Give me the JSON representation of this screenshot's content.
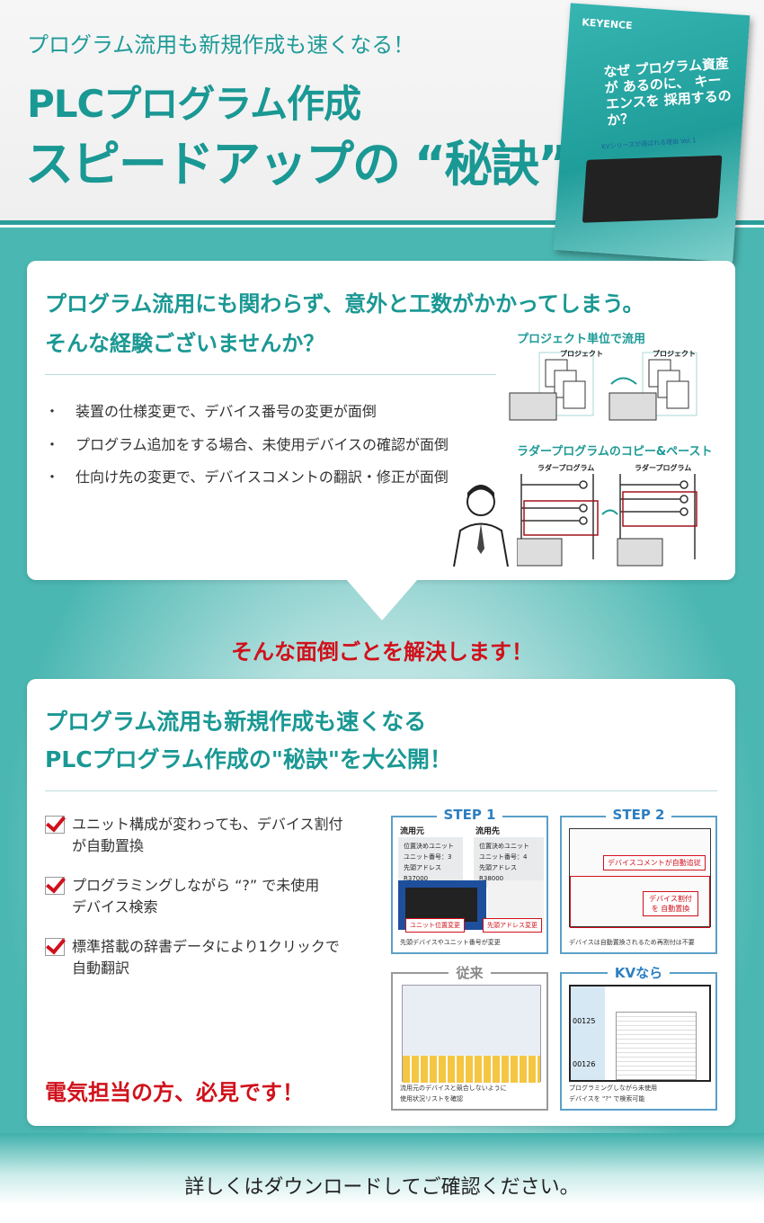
{
  "header": {
    "subtitle": "プログラム流用も新規作成も速くなる！",
    "title_line1": "PLCプログラム作成",
    "title_line2": "スピードアップの “秘訣”",
    "brochure": {
      "logo": "KEYENCE",
      "question": "なぜ プログラム資産が あるのに、 キーエンスを 採用するのか？",
      "series": "KVシリーズが選ばれる理由 Vol.1"
    }
  },
  "problem": {
    "heading_line1": "プログラム流用にも関わらず、意外と工数がかかってしまう。",
    "heading_line2": "そんな経験ございませんか？",
    "bullets": [
      "装置の仕様変更で、デバイス番号の変更が面倒",
      "プログラム追加をする場合、未使用デバイスの確認が面倒",
      "仕向け先の変更で、デバイスコメントの翻訳・修正が面倒"
    ],
    "bullet_mark": "・",
    "diagram1_caption": "プロジェクト単位で流用",
    "diagram1_label": "プロジェクト",
    "diagram2_caption": "ラダープログラムのコピー&ペースト",
    "diagram2_label": "ラダープログラム"
  },
  "bridge": {
    "text": "そんな面倒ごとを解決します！"
  },
  "solution": {
    "heading_line1": "プログラム流用も新規作成も速くなる",
    "heading_line2": "PLCプログラム作成の\"秘訣\"を大公開！",
    "checks": [
      {
        "line1": "ユニット構成が変わっても、デバイス割付",
        "line2": "が自動置換"
      },
      {
        "line1": "プログラミングしながら “?” で未使用",
        "line2": "デバイス検索"
      },
      {
        "line1": "標準搭載の辞書データにより1クリックで",
        "line2": "自動翻訳"
      }
    ],
    "must_see": "電気担当の方、必見です！",
    "step1": {
      "title": "STEP 1",
      "src": "流用元",
      "dst": "流用先",
      "src_box": [
        "位置決めユニット",
        "ユニット番号：3",
        "先頭アドレス R37000"
      ],
      "dst_box": [
        "位置決めユニット",
        "ユニット番号：4",
        "先頭アドレス R38000"
      ],
      "tag1": "ユニット位置変更",
      "tag2": "先頭アドレス変更",
      "caption": "先頭デバイスやユニット番号が変更"
    },
    "step2": {
      "title": "STEP 2",
      "tag1": "デバイスコメントが自動追従",
      "tag2": "デバイス割付を 自動置換",
      "caption": "デバイスは自動置換されるため再割付は不要"
    },
    "old": {
      "title": "従来",
      "caption_line1": "流用元のデバイスと競合しないように",
      "caption_line2": "使用状況リストを確認"
    },
    "kv": {
      "title": "KVなら",
      "row1": "00125",
      "row2": "00126",
      "caption_line1": "プログラミングしながら未使用",
      "caption_line2": "デバイスを \"?\" で検索可能"
    }
  },
  "footer": {
    "text": "詳しくはダウンロードしてご確認ください。"
  },
  "colors": {
    "teal": "#1a9894",
    "red": "#d0111b",
    "step_blue": "#2d7fc1"
  }
}
